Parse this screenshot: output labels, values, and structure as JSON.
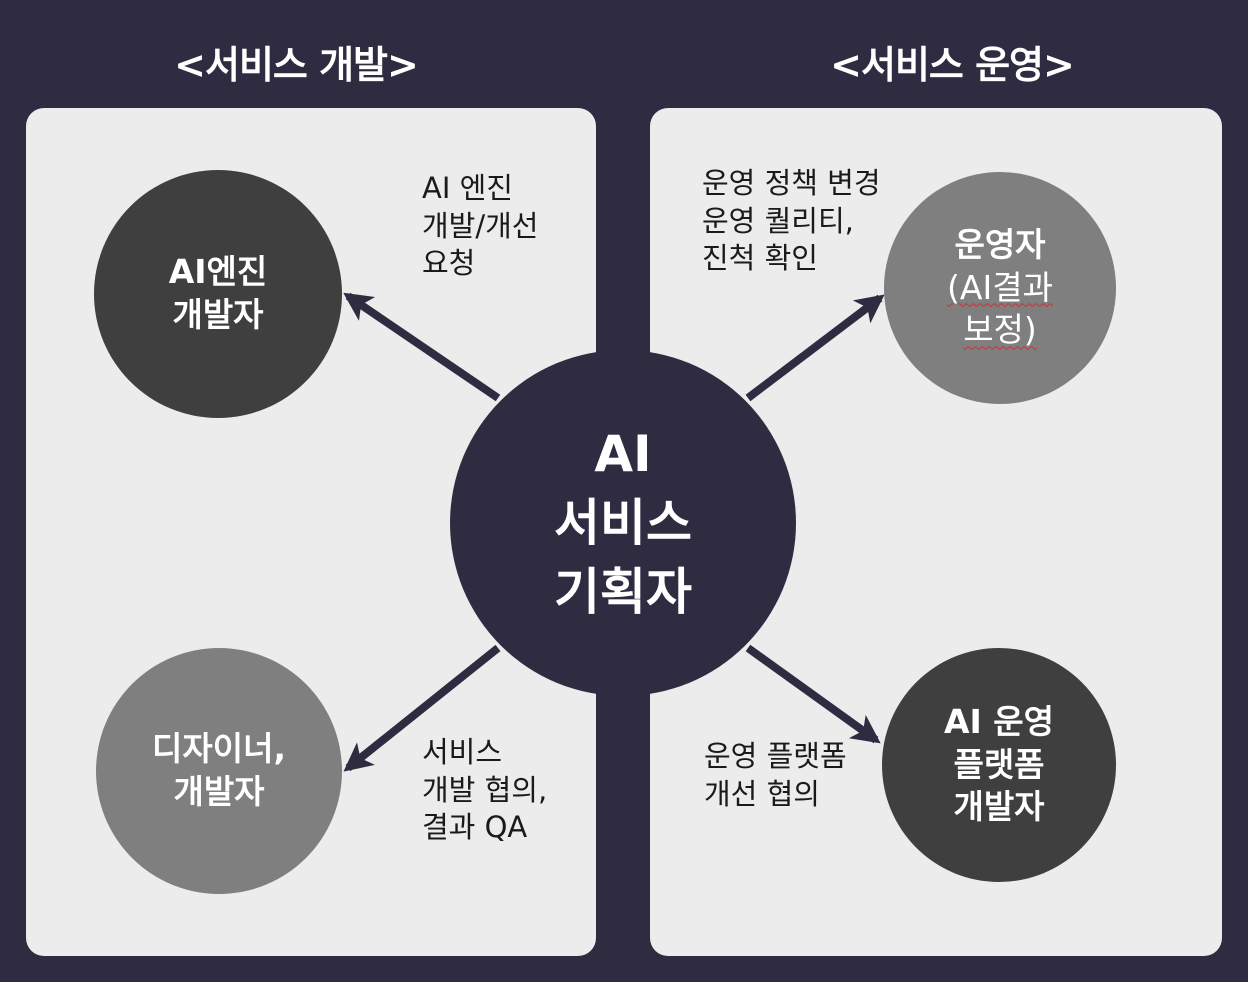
{
  "sections": {
    "development_title": "<서비스 개발>",
    "operation_title": "<서비스 운영>"
  },
  "nodes": {
    "center": {
      "lines": [
        "AI",
        "서비스",
        "기획자"
      ]
    },
    "ai_engine_dev": {
      "lines": [
        "AI엔진",
        "개발자"
      ]
    },
    "designer_dev": {
      "lines": [
        "디자이너,",
        "개발자"
      ]
    },
    "operator": {
      "lines": [
        "운영자",
        "(AI결과",
        "보정)"
      ]
    },
    "platform_dev": {
      "lines": [
        "AI 운영",
        "플랫폼",
        "개발자"
      ]
    }
  },
  "edge_labels": {
    "engine_request": [
      "AI 엔진",
      "개발/개선",
      "요청"
    ],
    "ops_policy": [
      "운영 정책 변경",
      "운영 퀄리티,",
      "진척 확인"
    ],
    "dev_consult": [
      "서비스",
      "개발 협의,",
      "결과 QA"
    ],
    "platform_improve": [
      "운영 플랫폼",
      "개선 협의"
    ]
  },
  "colors": {
    "background": "#2f2c42",
    "panel": "#ececec",
    "dark_node": "#3f3f3f",
    "gray_node": "#7f7f7f",
    "arrow": "#2f2c42"
  }
}
